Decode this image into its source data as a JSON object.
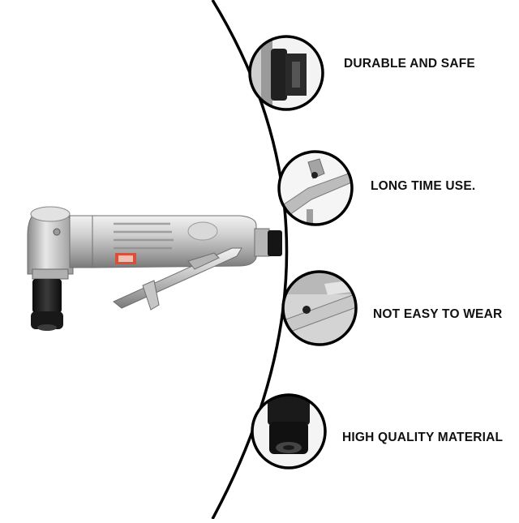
{
  "features": [
    {
      "label": "DURABLE AND SAFE"
    },
    {
      "label": "LONG TIME USE."
    },
    {
      "label": "NOT EASY TO WEAR"
    },
    {
      "label": "HIGH QUALITY MATERIAL"
    }
  ],
  "colors": {
    "background": "#ffffff",
    "curve": "#000000",
    "metal_light": "#e4e4e4",
    "metal_mid": "#b9b9b9",
    "metal_dark": "#7d7d7d",
    "rubber": "#151515",
    "warning_label": "#d8503a"
  }
}
